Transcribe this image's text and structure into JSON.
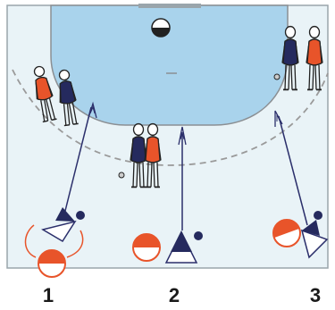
{
  "colors": {
    "court_background": "#e9f3f7",
    "court_border": "#9aa5ab",
    "goal_area_fill": "#a9d3ec",
    "goal_area_line": "#8b8f93",
    "free_throw_line": "#9a9a9a",
    "orange_team": "#e8542a",
    "navy_team": "#252a5e",
    "arrow_line": "#2b2f6b",
    "label_text": "#1a1a1a"
  },
  "icons": {
    "goal_ball": "ball-icon",
    "cone_marker": "triangle-cone-icon",
    "attacker_marker": "orange-half-circle-icon",
    "ball_marker": "navy-dot-icon",
    "player_figure": "stick-figure-icon",
    "run_arrow": "double-line-arrow-icon"
  },
  "lanes": [
    {
      "label": "1"
    },
    {
      "label": "2"
    },
    {
      "label": "3"
    }
  ]
}
